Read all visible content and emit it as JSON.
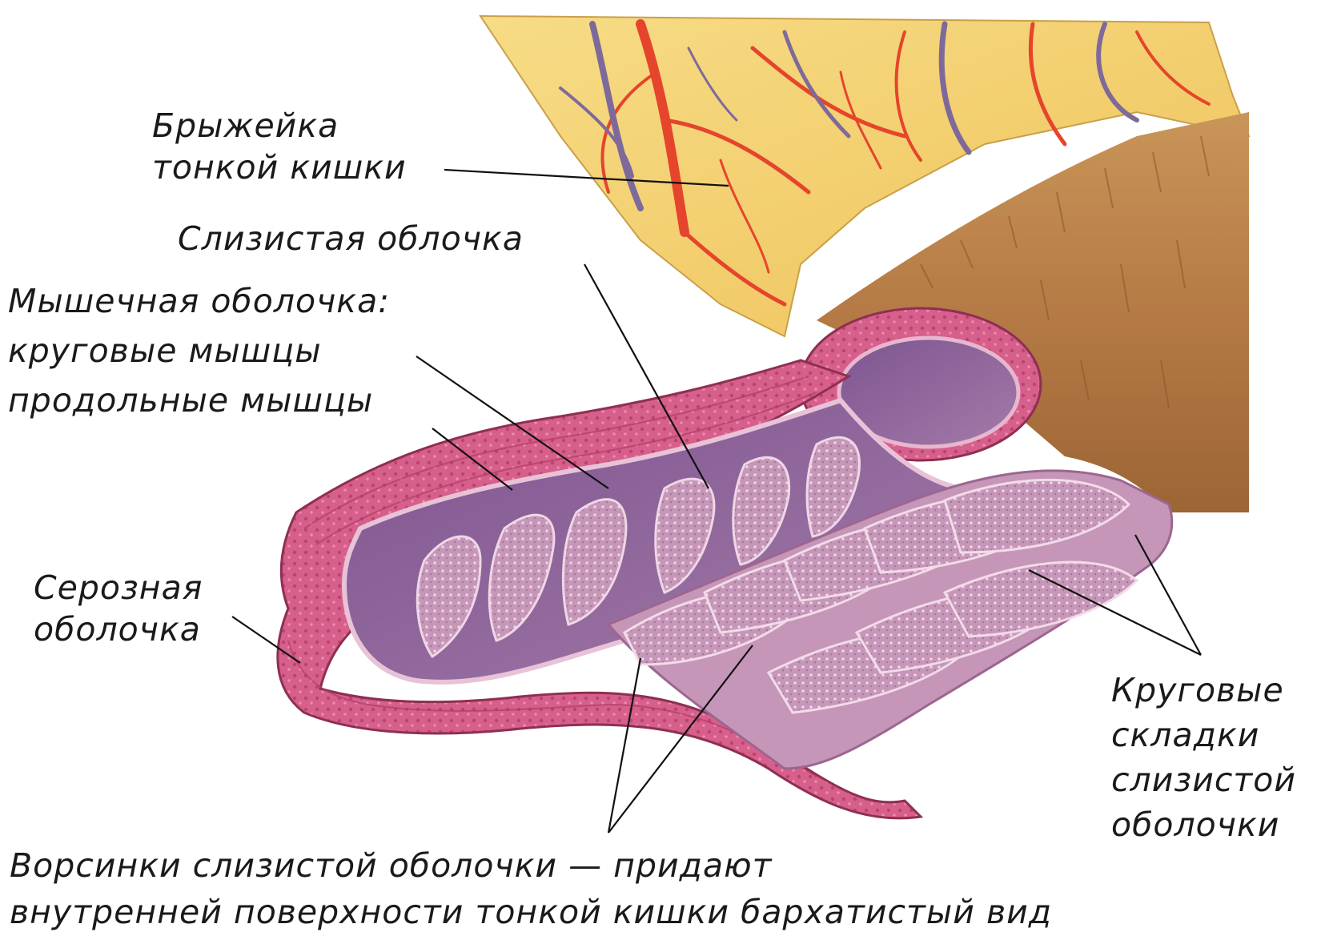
{
  "labels": {
    "mesentery": [
      "Брыжейка",
      "тонкой кишки"
    ],
    "mucosa": "Слизистая облочка",
    "muscular": [
      "Мышечная оболочка:",
      "круговые мышцы",
      "продольные мышцы"
    ],
    "serosa": [
      "Серозная",
      "оболочка"
    ],
    "folds": [
      "Круговые",
      "складки",
      "слизистой",
      "оболочки"
    ],
    "villi": [
      "Ворсинки слизистой оболочки — придают",
      "внутренней поверхности тонкой кишки бархатистый вид"
    ]
  },
  "colors": {
    "mesentery_fat": "#f2cd66",
    "artery": "#e5452c",
    "vein": "#7e6a9a",
    "serosa_outer": "#b9824a",
    "wall_pink": "#d85d8a",
    "lumen_purple": "#8f6a9e",
    "fold_lilac": "#c49ab8",
    "line": "#111111"
  }
}
